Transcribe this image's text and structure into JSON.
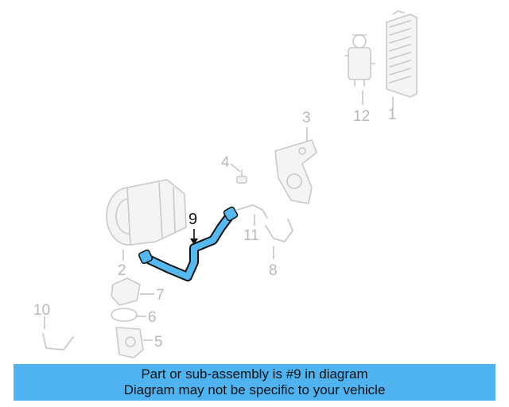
{
  "banner": {
    "line1": "Part or sub-assembly is #9 in diagram",
    "line2": "Diagram may not be specific to your vehicle",
    "background": "#4fb3f0"
  },
  "diagram": {
    "highlight_color": "#55b8ee",
    "ghost_color": "#c9c9c9",
    "callouts": {
      "c1": "1",
      "c2": "2",
      "c3": "3",
      "c4": "4",
      "c5": "5",
      "c6": "6",
      "c7": "7",
      "c8": "8",
      "c9": "9",
      "c10": "10",
      "c11": "11",
      "c12": "12"
    }
  }
}
